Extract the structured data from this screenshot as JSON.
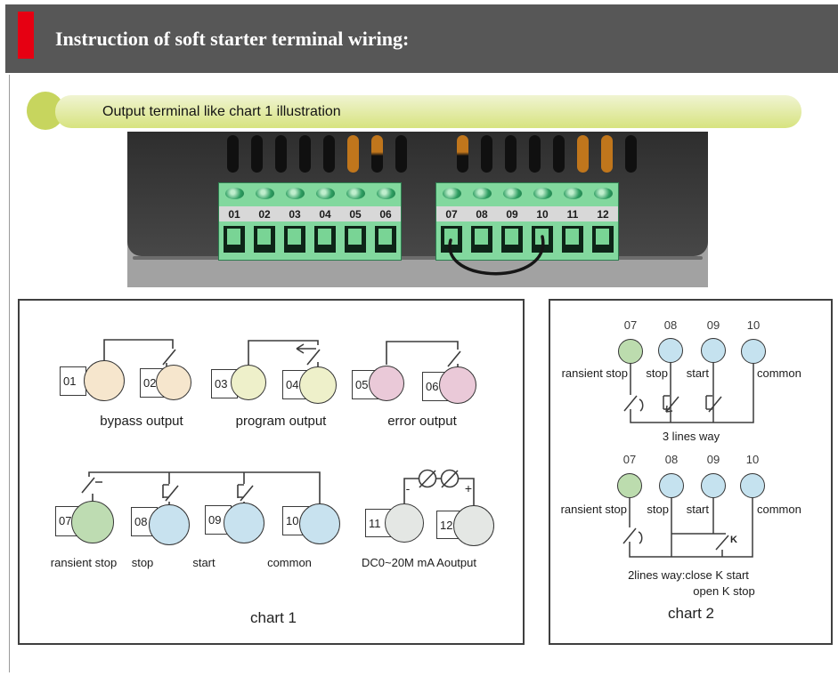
{
  "header": {
    "title": "Instruction of soft starter terminal wiring:"
  },
  "banner": {
    "text": "Output terminal like chart 1 illustration"
  },
  "photo": {
    "left_numbers": [
      "01",
      "02",
      "03",
      "04",
      "05",
      "06"
    ],
    "right_numbers": [
      "07",
      "08",
      "09",
      "10",
      "11",
      "12"
    ]
  },
  "chart1": {
    "caption": "chart 1",
    "pairs": [
      {
        "a": "01",
        "b": "02",
        "label": "bypass output"
      },
      {
        "a": "03",
        "b": "04",
        "label": "program output"
      },
      {
        "a": "05",
        "b": "06",
        "label": "error output"
      }
    ],
    "row2": {
      "nums": [
        "07",
        "08",
        "09",
        "10",
        "11",
        "12"
      ],
      "labels": [
        "ransient stop",
        "stop",
        "start",
        "common"
      ],
      "analog_label": "DC0~20M mA Aoutput",
      "minus": "-",
      "plus": "+"
    }
  },
  "chart2": {
    "caption": "chart 2",
    "numbers": [
      "07",
      "08",
      "09",
      "10"
    ],
    "labels": [
      "ransient stop",
      "stop",
      "start",
      "common"
    ],
    "top_caption": "3 lines way",
    "bottom_caption1": "2lines way:close K start",
    "bottom_caption2": "open K stop",
    "k_label": "K"
  },
  "colors": {
    "header_bg": "#575757",
    "accent_red": "#e60012",
    "banner_green": "#d7e37f",
    "terminal_green": "#82d89e",
    "bypass_circle": "#f6e6cd",
    "program_circle": "#eef0ca",
    "error_circle": "#eac9d8",
    "transient_circle": "#bedcb2",
    "input_circle": "#c8e2ef",
    "analog_circle": "#e4e7e4",
    "vent_orange": "#c0761c"
  }
}
